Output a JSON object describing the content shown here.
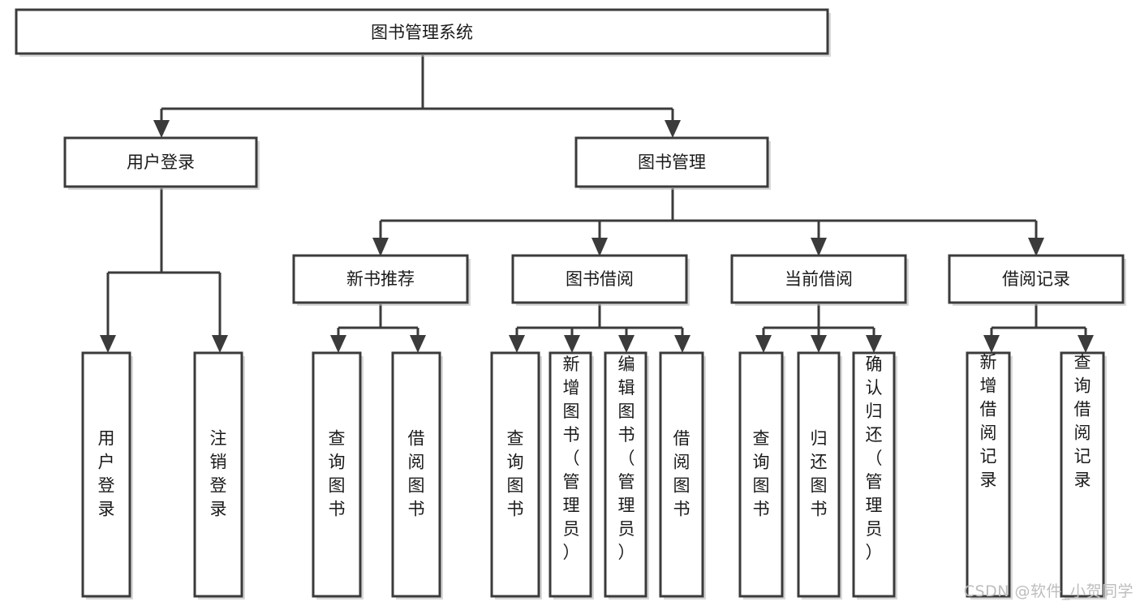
{
  "diagram": {
    "title": "图书管理系统",
    "type": "tree-hierarchy",
    "orientation": "top-down",
    "colors": {
      "box_stroke": "#3b3b3b",
      "box_fill": "#ffffff",
      "text": "#1a1a1a",
      "edge": "#3b3b3b",
      "background": "#ffffff",
      "watermark": "#bdbdbd"
    },
    "root": {
      "label": "图书管理系统"
    },
    "level2": [
      {
        "id": "user-login",
        "label": "用户登录"
      },
      {
        "id": "book-manage",
        "label": "图书管理"
      }
    ],
    "level3": [
      {
        "id": "new-book-recommend",
        "label": "新书推荐",
        "parent": "book-manage"
      },
      {
        "id": "book-borrow",
        "label": "图书借阅",
        "parent": "book-manage"
      },
      {
        "id": "current-borrow",
        "label": "当前借阅",
        "parent": "book-manage"
      },
      {
        "id": "borrow-record",
        "label": "借阅记录",
        "parent": "book-manage"
      }
    ],
    "leaves": [
      {
        "id": "leaf-user-login",
        "label": "用户登录",
        "parent": "user-login"
      },
      {
        "id": "leaf-user-logout",
        "label": "注销登录",
        "parent": "user-login"
      },
      {
        "id": "leaf-query-book-1",
        "label": "查询图书",
        "parent": "new-book-recommend"
      },
      {
        "id": "leaf-borrow-book-1",
        "label": "借阅图书",
        "parent": "new-book-recommend"
      },
      {
        "id": "leaf-query-book-2",
        "label": "查询图书",
        "parent": "book-borrow"
      },
      {
        "id": "leaf-add-book",
        "label": "新增图书（管理员）",
        "parent": "book-borrow"
      },
      {
        "id": "leaf-edit-book",
        "label": "编辑图书（管理员）",
        "parent": "book-borrow"
      },
      {
        "id": "leaf-borrow-book-2",
        "label": "借阅图书",
        "parent": "book-borrow"
      },
      {
        "id": "leaf-query-book-3",
        "label": "查询图书",
        "parent": "current-borrow"
      },
      {
        "id": "leaf-return-book",
        "label": "归还图书",
        "parent": "current-borrow"
      },
      {
        "id": "leaf-confirm-return",
        "label": "确认归还（管理员）",
        "parent": "current-borrow"
      },
      {
        "id": "leaf-add-record",
        "label": "新增借阅记录",
        "parent": "borrow-record"
      },
      {
        "id": "leaf-query-record",
        "label": "查询借阅记录",
        "parent": "borrow-record"
      }
    ],
    "watermark": "CSDN @软件_小贺同学"
  }
}
